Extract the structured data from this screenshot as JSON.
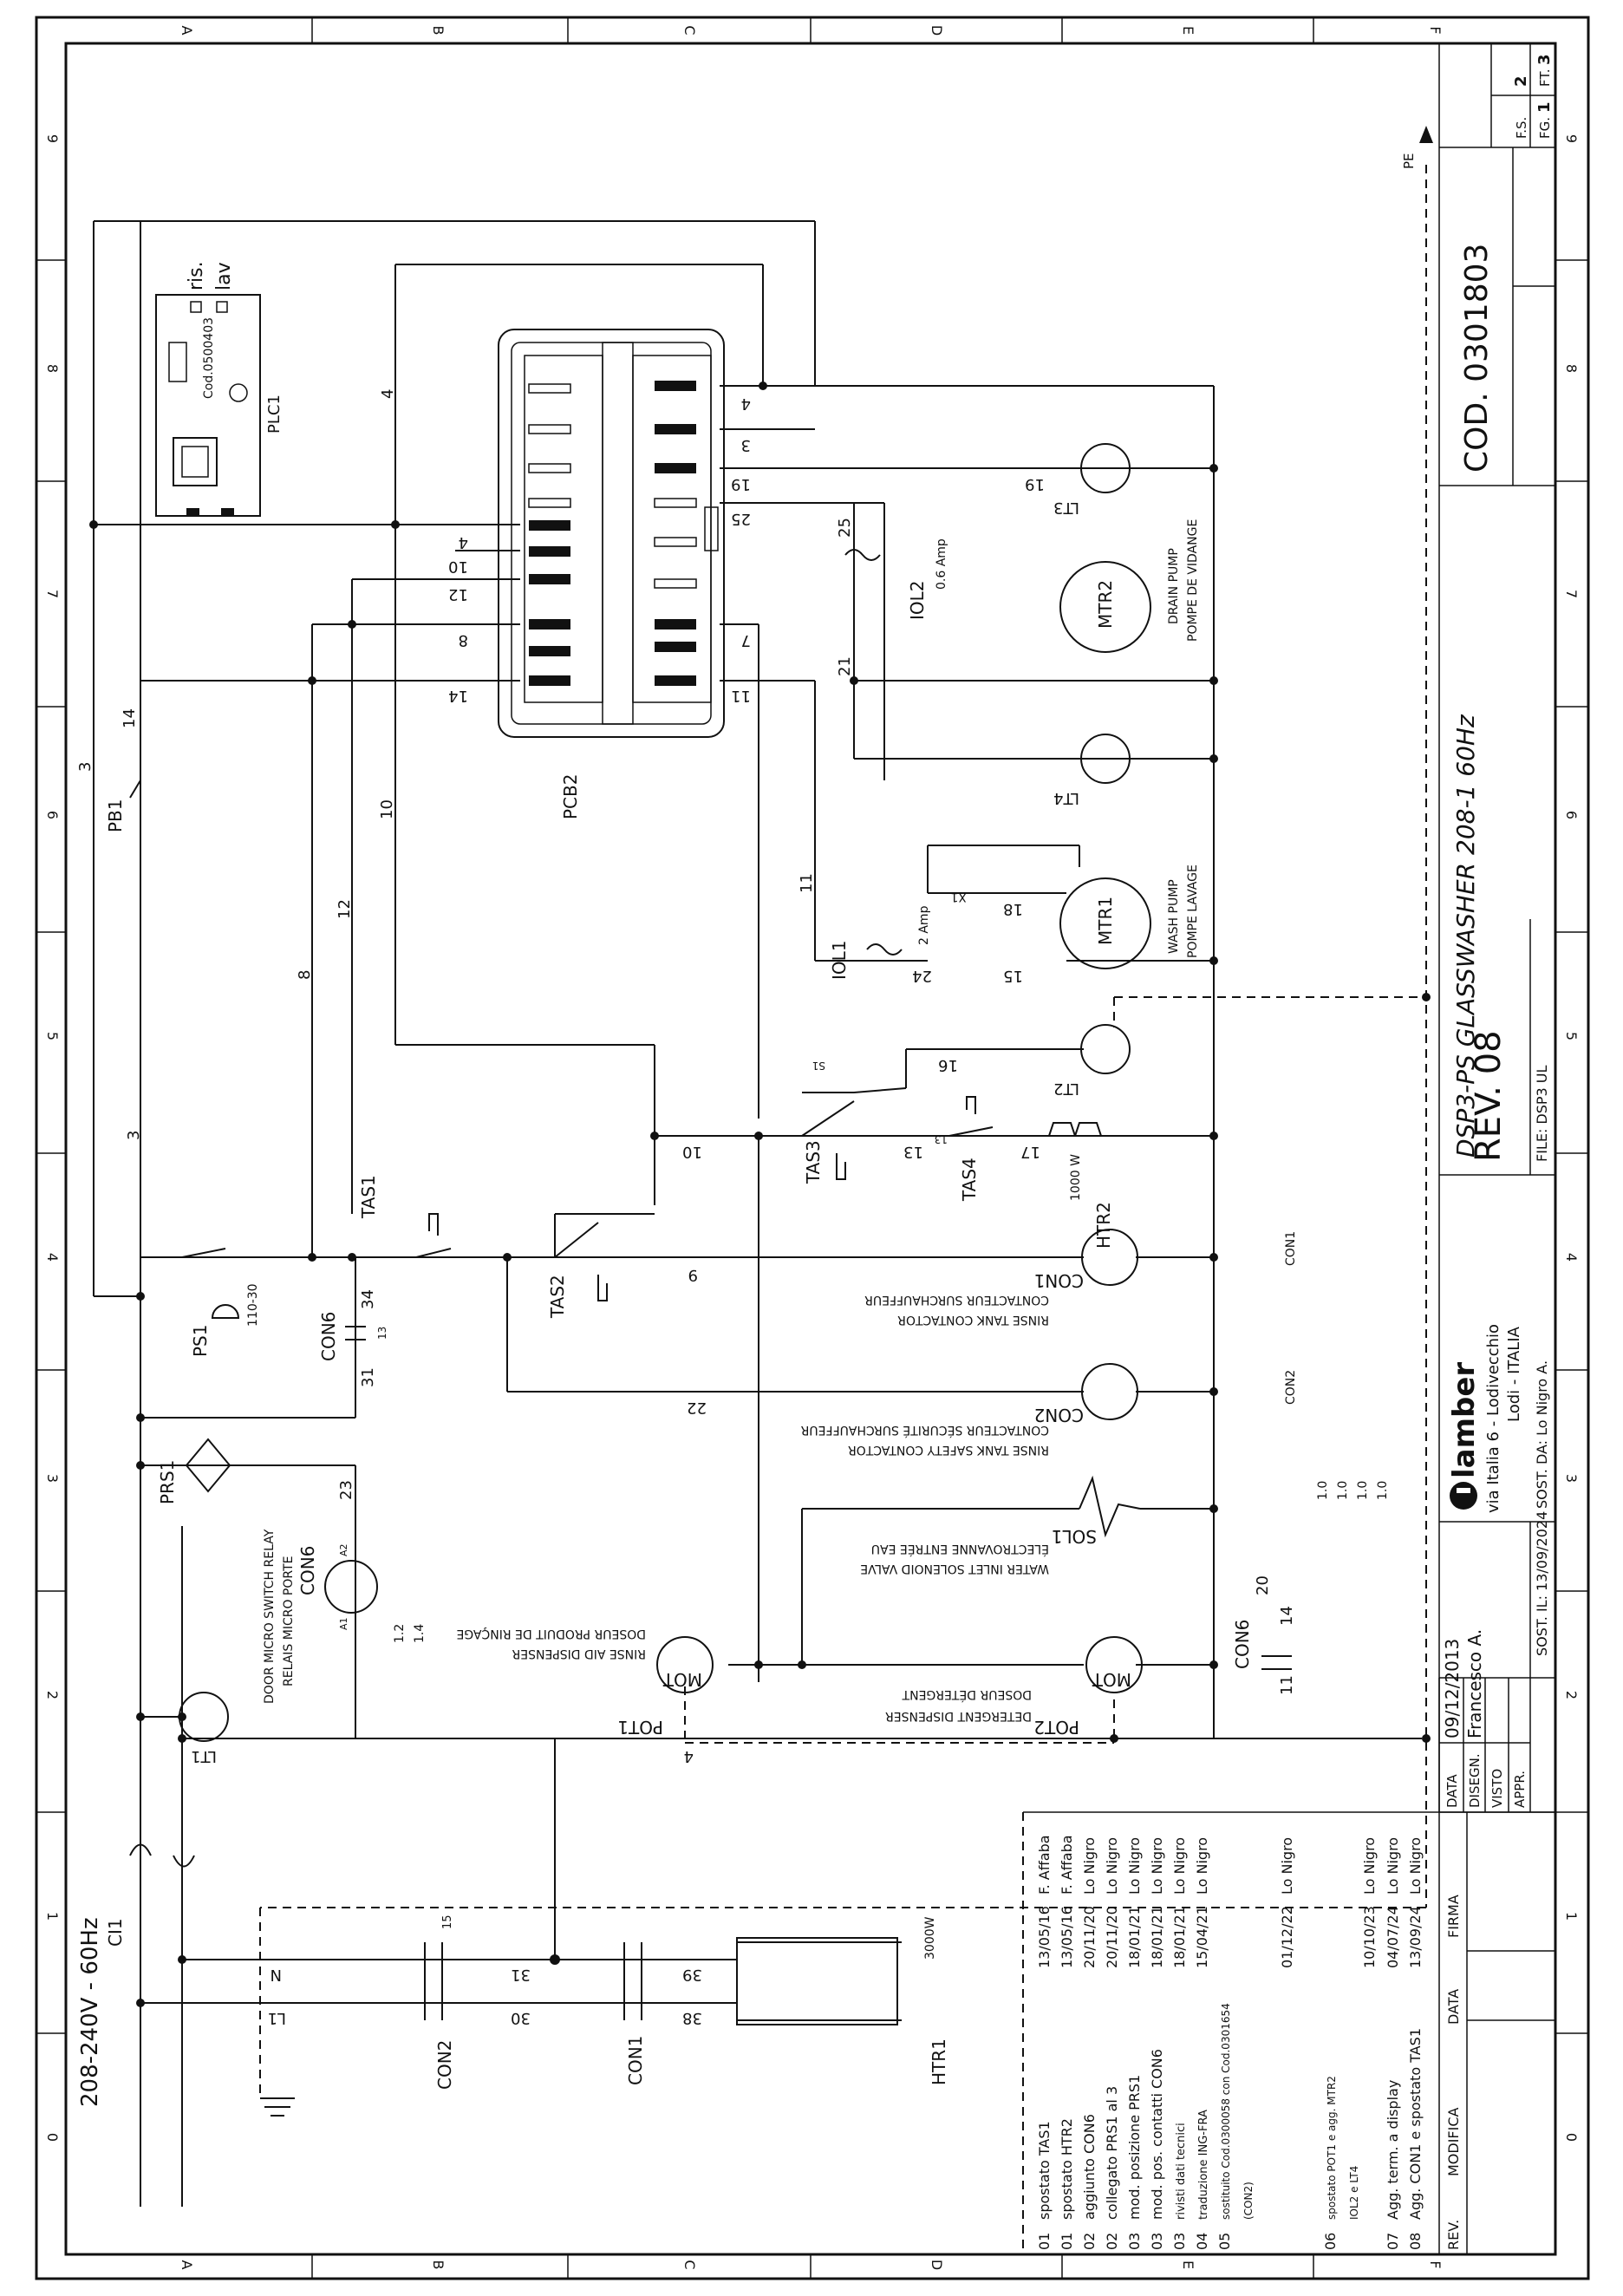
{
  "zones_top": [
    "A",
    "B",
    "C",
    "D",
    "E",
    "F"
  ],
  "zones_side": [
    "0",
    "1",
    "2",
    "3",
    "4",
    "5",
    "6",
    "7",
    "8",
    "9"
  ],
  "supply": "208-240V - 60Hz",
  "wires": {
    "w3a": "3",
    "w3b": "3",
    "w4a": "4",
    "w4b": "4",
    "w4c": "4",
    "w4d": "4",
    "w3c": "3",
    "w19a": "19",
    "w19b": "19",
    "w25a": "25",
    "w25b": "25",
    "w10a": "10",
    "w10b": "10",
    "w10c": "10",
    "w12a": "12",
    "w12b": "12",
    "w8a": "8",
    "w8b": "8",
    "w7": "7",
    "w14a": "14",
    "w14b": "14",
    "w11a": "11",
    "w11b": "11",
    "w21": "21",
    "w18": "18",
    "w15": "15",
    "w24": "24",
    "w16": "16",
    "w13": "13",
    "w17": "17",
    "w9": "9",
    "w22": "22",
    "w23": "23",
    "w34": "34",
    "w31a": "31",
    "w20": "20",
    "w14c": "14",
    "w11c": "11",
    "wN": "N",
    "wL1": "L1",
    "w31b": "31",
    "w30": "30",
    "w39": "39",
    "w38": "38",
    "w15b": "15",
    "w13b": "13",
    "w13c": "13",
    "wS1": "S1",
    "wX1": "X1"
  },
  "components": {
    "plc1": "PLC1",
    "plc_code": "Cod.0500403",
    "plc_ris": "ris.",
    "plc_lav": "lav",
    "pcb2": "PCB2",
    "pb1": "PB1",
    "tas1": "TAS1",
    "tas2": "TAS2",
    "tas3": "TAS3",
    "tas4": "TAS4",
    "ps1": "PS1",
    "ps1_range": "110-30",
    "con6a": "CON6",
    "con6b": "CON6",
    "con6c": "CON6",
    "prs1": "PRS1",
    "lt1": "LT1",
    "lt2": "LT2",
    "lt3": "LT3",
    "lt4": "LT4",
    "iol1": "IOL1",
    "iol1_amp": "2 Amp",
    "iol2": "IOL2",
    "iol2_amp": "0.6 Amp",
    "mtr1": "MTR1",
    "mtr2": "MTR2",
    "htr1": "HTR1",
    "htr1_power": "3000W",
    "htr2": "HTR2",
    "htr2_power": "1000 W",
    "con1": "CON1",
    "con2": "CON2",
    "con1b": "CON1",
    "con2b": "CON2",
    "con1c": "CON1",
    "con2c": "CON2",
    "pot1": "POT1",
    "pot2": "POT2",
    "mot": "MOT",
    "mot2": "MOT",
    "sol1": "SOL1",
    "ci1": "CI1",
    "pe": "PE",
    "a1": "A1",
    "a2": "A2",
    "c12": "1.2",
    "c14": "1.4",
    "c10a": "1.0",
    "c10b": "1.0",
    "c10c": "1.0",
    "c10d": "1.0"
  },
  "labels": {
    "wash_pump_en": "WASH PUMP",
    "wash_pump_fr": "POMPE LAVAGE",
    "drain_pump_en": "DRAIN PUMP",
    "drain_pump_fr": "POMPE DE VIDANGE",
    "rinse_tank_en": "RINSE TANK CONTACTOR",
    "rinse_tank_fr": "CONTACTEUR SURCHAUFFEUR",
    "rinse_safety_en": "RINSE TANK SAFETY CONTACTOR",
    "rinse_safety_fr": "CONTACTEUR SÉCURITÉ SURCHAUFFEUR",
    "water_inlet_en": "WATER INLET SOLENOID VALVE",
    "water_inlet_fr": "ÉLECTROVANNE ENTRÉE EAU",
    "rinse_aid_en": "RINSE AID DISPENSER",
    "rinse_aid_fr": "DOSEUR PRODUIT DE RINÇAGE",
    "detergent_en": "DETERGENT DISPENSER",
    "detergent_fr": "DOSEUR DÉTERGENT",
    "door_en": "DOOR MICRO SWITCH RELAY",
    "door_fr": "RELAIS MICRO PORTE"
  },
  "revisions": [
    {
      "rev": "01",
      "text": "spostato TAS1",
      "date": "13/05/16",
      "by": "F. Affaba"
    },
    {
      "rev": "01",
      "text": "spostato HTR2",
      "date": "13/05/16",
      "by": "F. Affaba"
    },
    {
      "rev": "02",
      "text": "aggiunto CON6",
      "date": "20/11/20",
      "by": "Lo Nigro"
    },
    {
      "rev": "02",
      "text": "collegato PRS1 al 3",
      "date": "20/11/20",
      "by": "Lo Nigro"
    },
    {
      "rev": "03",
      "text": "mod. posizione PRS1",
      "date": "18/01/21",
      "by": "Lo Nigro"
    },
    {
      "rev": "03",
      "text": "mod. pos. contatti CON6",
      "date": "18/01/21",
      "by": "Lo Nigro"
    },
    {
      "rev": "03",
      "text": "rivisti dati tecnici",
      "date": "18/01/21",
      "by": "Lo Nigro"
    },
    {
      "rev": "04",
      "text": "traduzione ING-FRA",
      "date": "15/04/21",
      "by": "Lo Nigro"
    },
    {
      "rev": "05",
      "text": "sostituito Cod.0300058 con Cod.0301654",
      "date": "01/12/22",
      "by": "Lo Nigro"
    },
    {
      "rev": "",
      "text": "(CON2)",
      "date": "",
      "by": ""
    },
    {
      "rev": "06",
      "text": "spostato POT1 e agg. MTR2",
      "date": "10/10/23",
      "by": "Lo Nigro"
    },
    {
      "rev": "",
      "text": "IOL2 e LT4",
      "date": "",
      "by": ""
    },
    {
      "rev": "07",
      "text": "Agg. term. a display",
      "date": "04/07/24",
      "by": "Lo Nigro"
    },
    {
      "rev": "08",
      "text": "Agg. CON1 e spostato TAS1",
      "date": "13/09/24",
      "by": "Lo Nigro"
    }
  ],
  "title_block": {
    "company": "lamber",
    "address1": "via Italia 6 - Lodivecchio",
    "address2": "Lodi - ITALIA",
    "code": "COD. 0301803",
    "title": "DSP3-PS GLASSWASHER 208-1 60Hz",
    "rev": "REV. 08",
    "file": "FILE: DSP3 UL",
    "data_label": "DATA",
    "data_value": "09/12/2013",
    "disegn_label": "DISEGN.",
    "disegn_value": "Francesco A.",
    "visto_label": "VISTO",
    "appr_label": "APPR.",
    "sost_il": "SOST. IL: 13/09/2024",
    "sost_da": "SOST. DA: Lo Nigro A.",
    "fg_label": "FG.",
    "fg_value": "1",
    "ft_label": "FT.",
    "ft_value": "3",
    "fs_label": "F.S.",
    "fs_value": "2",
    "rev_col": "REV.",
    "modifica_col": "MODIFICA",
    "data_col": "DATA",
    "firma_col": "FIRMA"
  }
}
